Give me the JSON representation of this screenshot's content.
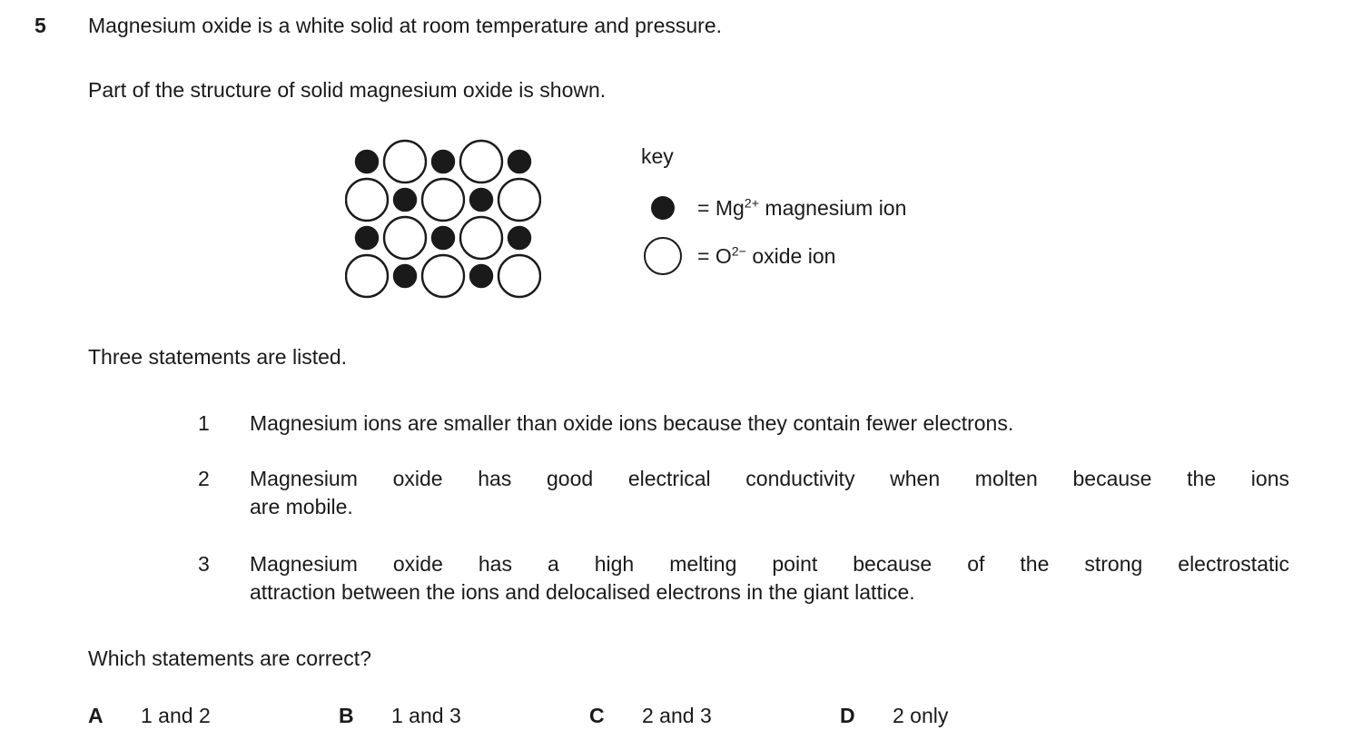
{
  "question": {
    "number": "5",
    "intro": "Magnesium oxide is a white solid at room temperature and pressure.",
    "structure_line": "Part of the structure of solid magnesium oxide is shown.",
    "statements_intro": "Three statements are listed.",
    "statements": [
      {
        "num": "1",
        "lines": [
          "Magnesium ions are smaller than oxide ions because they contain fewer electrons."
        ]
      },
      {
        "num": "2",
        "lines": [
          "Magnesium oxide has good electrical conductivity when molten because the ions",
          "are mobile."
        ]
      },
      {
        "num": "3",
        "lines": [
          "Magnesium oxide has a high melting point because of the strong electrostatic",
          "attraction between the ions and delocalised electrons in the giant lattice."
        ]
      }
    ],
    "prompt": "Which statements are correct?",
    "options": [
      {
        "letter": "A",
        "text": "1 and 2"
      },
      {
        "letter": "B",
        "text": "1 and 3"
      },
      {
        "letter": "C",
        "text": "2 and 3"
      },
      {
        "letter": "D",
        "text": "2 only"
      }
    ]
  },
  "figure": {
    "lattice": {
      "rows": 4,
      "cols": 5,
      "spacing": 42,
      "large_radius": 23,
      "small_radius": 12,
      "ink": "#1a1a1a",
      "top_left_ion": "mg",
      "pattern": "checkerboard"
    },
    "key": {
      "title": "key",
      "entries": [
        {
          "icon": "magnesium-ion",
          "prefix": "= Mg",
          "sup": "2+",
          "suffix": " magnesium ion"
        },
        {
          "icon": "oxide-ion",
          "prefix": "= O",
          "sup": "2−",
          "suffix": " oxide ion"
        }
      ]
    }
  }
}
